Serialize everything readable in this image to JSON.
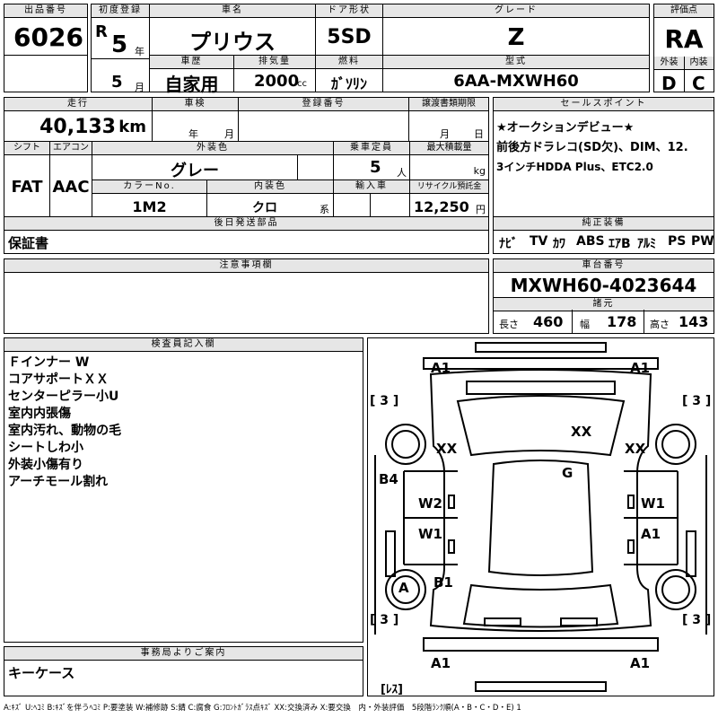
{
  "lot": {
    "label": "出品番号",
    "value": "6026"
  },
  "first_reg": {
    "label": "初度登録",
    "era": "R",
    "year": "5",
    "year_unit": "年",
    "month": "5",
    "month_unit": "月"
  },
  "car_name": {
    "label": "車名",
    "value": "プリウス"
  },
  "door": {
    "label": "ドア形状",
    "value": "5SD"
  },
  "grade": {
    "label": "グレード",
    "value": "Z"
  },
  "score": {
    "label": "評価点",
    "value": "RA"
  },
  "history": {
    "label": "車歴",
    "value": "自家用"
  },
  "displacement": {
    "label": "排気量",
    "value": "2000",
    "unit": "cc"
  },
  "fuel": {
    "label": "燃料",
    "value": "ｶﾞｿﾘﾝ"
  },
  "model": {
    "label": "型式",
    "value": "6AA-MXWH60"
  },
  "ext_grade": {
    "label": "外装",
    "value": "D"
  },
  "int_grade": {
    "label": "内装",
    "value": "C"
  },
  "mileage": {
    "label": "走行",
    "value": "40,133",
    "unit": "km"
  },
  "inspection": {
    "label": "車検",
    "year_unit": "年",
    "month_unit": "月"
  },
  "reg_no": {
    "label": "登録番号"
  },
  "transfer": {
    "label": "譲渡書類期限",
    "month_unit": "月",
    "day_unit": "日"
  },
  "shift": {
    "label": "シフト",
    "value": "FAT"
  },
  "aircon": {
    "label": "エアコン",
    "value": "AAC"
  },
  "ext_color": {
    "label": "外装色",
    "value": "グレー"
  },
  "capacity": {
    "label": "乗車定員",
    "value": "5",
    "unit": "人"
  },
  "max_load": {
    "label": "最大積載量",
    "unit": "kg"
  },
  "color_no": {
    "label": "カラーNo.",
    "value": "1M2"
  },
  "int_color": {
    "label": "内装色",
    "value": "クロ",
    "suffix": "系"
  },
  "import": {
    "label": "輸入車"
  },
  "recycle": {
    "label": "リサイクル預託金",
    "value": "12,250",
    "unit": "円"
  },
  "sales_point": {
    "label": "セールスポイント",
    "lines": [
      "★オークションデビュー★",
      "前後方ドラレコ(SD欠)、DIM、12.",
      "3インチHDDA Plus、ETC2.0"
    ]
  },
  "later_items": {
    "label": "後日発送部品",
    "value": "保証書"
  },
  "equipment": {
    "label": "純正装備",
    "items": [
      "ﾅﾋﾞ",
      "TV",
      "ｶﾜ",
      "ABS",
      "ｴｱB",
      "ｱﾙﾐ",
      "PS",
      "PW"
    ]
  },
  "notes": {
    "label": "注意事項欄"
  },
  "chassis": {
    "label": "車台番号",
    "value": "MXWH60-4023644"
  },
  "dims": {
    "label": "諸元",
    "length_label": "長さ",
    "length": "460",
    "width_label": "幅",
    "width": "178",
    "height_label": "高さ",
    "height": "143"
  },
  "inspector": {
    "label": "検査員記入欄",
    "lines": [
      "Ｆインナー W",
      "コアサポートＸＸ",
      "センターピラー小U",
      "室内内張傷",
      "室内汚れ、動物の毛",
      "シートしわ小",
      "外装小傷有り",
      "アーチモール割れ"
    ]
  },
  "office": {
    "label": "事務局よりご案内",
    "value": "キーケース"
  },
  "diagram": {
    "marks": {
      "a1_tl": "A1",
      "a1_tr": "A1",
      "xx_hood": "XX",
      "xx_left": "XX",
      "xx_right": "XX",
      "g": "G",
      "b4": "B4",
      "w2": "W2",
      "w1_rf": "W1",
      "w1_l": "W1",
      "a1_r": "A1",
      "a_wheel": "A",
      "b1": "B1",
      "a1_bl": "A1",
      "a1_br": "A1"
    },
    "tires": {
      "fl": "[ 3 ]",
      "fr": "[ 3 ]",
      "rl": "[ 3 ]",
      "rr": "[ 3 ]"
    },
    "spare": "[ﾚｽ]"
  },
  "legend": "A:ｷｽﾞ U:ﾍｺﾐ B:ｷｽﾞを伴うﾍｺﾐ P:要塗装 W:補修跡 S:錆 C:腐食 G:ﾌﾛﾝﾄｶﾞﾗｽ点ｷｽﾞ XX:交換済み X:要交換　内・外装評価　5段階ﾗﾝｸ順(A・B・C・D・E) 1"
}
